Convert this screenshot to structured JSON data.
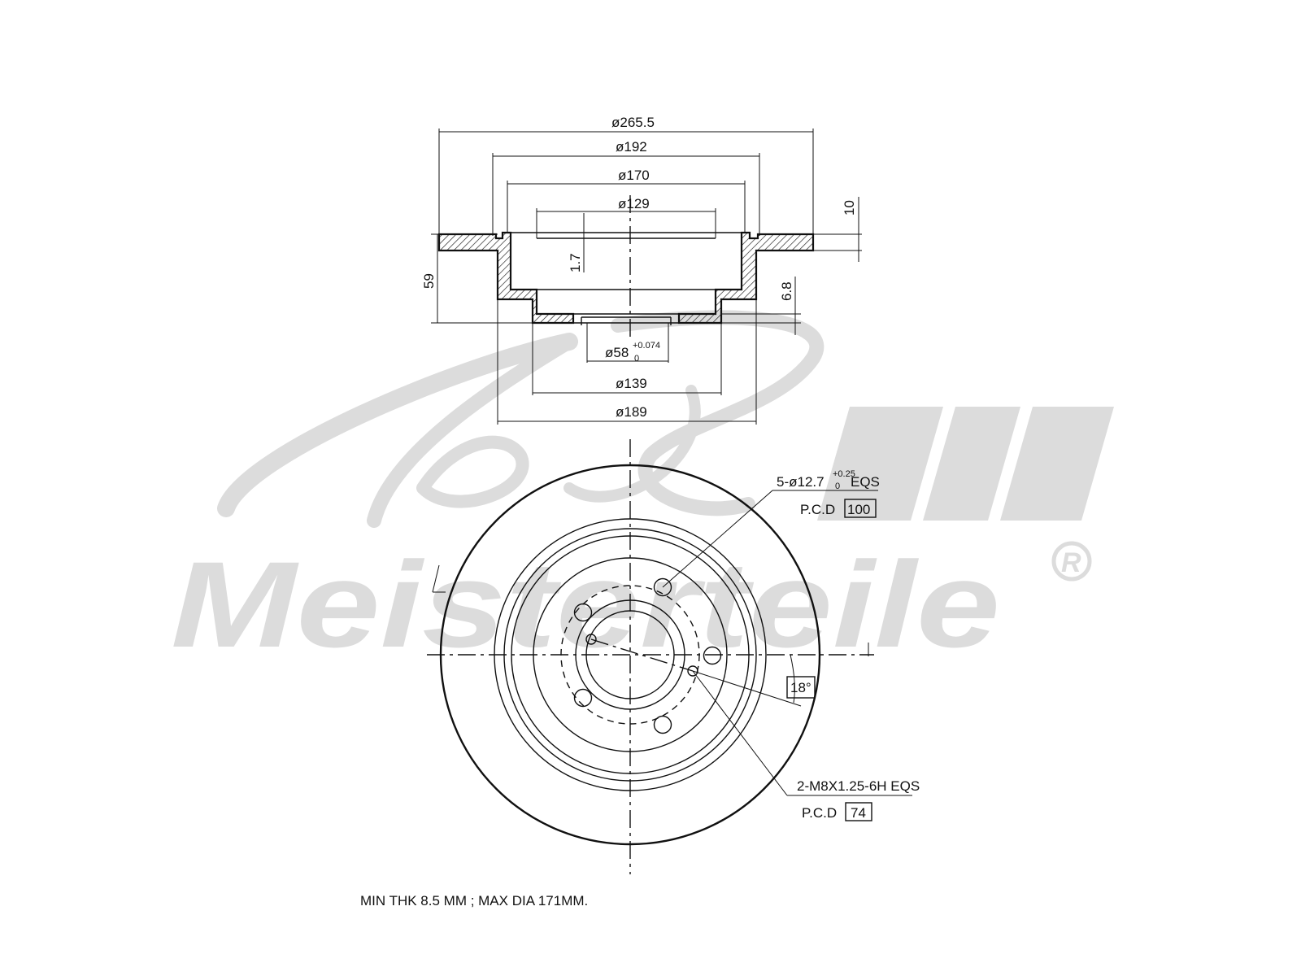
{
  "section_view": {
    "dim_overall_diameter": "ø265.5",
    "dim_hat_outer_diameter": "ø192",
    "dim_hat_inner_diameter": "ø170",
    "dim_bore_step_diameter": "ø129",
    "dim_disc_thickness": "10",
    "dim_step_depth": "1.7",
    "dim_total_height": "59",
    "dim_flange_thickness": "6.8",
    "dim_center_bore": "ø58",
    "dim_center_bore_tol_upper": "+0.074",
    "dim_center_bore_tol_lower": "0",
    "dim_flange_diameter": "ø139",
    "dim_hat_base_diameter": "ø189"
  },
  "plan_view": {
    "bolt_holes_label": "5-ø12.7",
    "bolt_holes_tol_upper": "+0.25",
    "bolt_holes_tol_lower": "0",
    "bolt_holes_suffix": "EQS",
    "bolt_pcd_label": "P.C.D",
    "bolt_pcd_value": "100",
    "angle_label": "18°",
    "thread_holes_label": "2-M8X1.25-6H EQS",
    "thread_pcd_label": "P.C.D",
    "thread_pcd_value": "74"
  },
  "footer_note": "MIN THK 8.5 MM ; MAX DIA 171MM.",
  "watermark": {
    "script_mark": "A.L.",
    "brand": "Meisterteile",
    "registered": "R"
  },
  "colors": {
    "ink": "#111111",
    "watermark": "#dcdcdc"
  }
}
